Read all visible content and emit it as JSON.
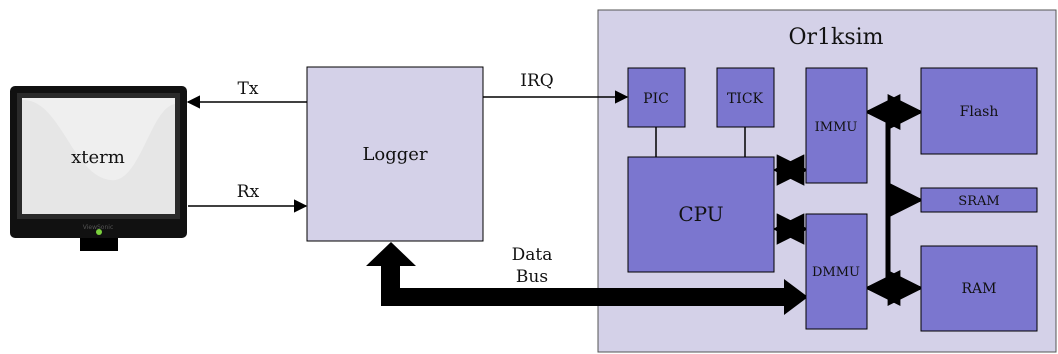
{
  "colors": {
    "block_fill": "#d4d1e8",
    "component_fill": "#7b76cf",
    "line": "#000000",
    "monitor_body": "#111111",
    "screen": "#efefef",
    "power_led": "#7bd13d"
  },
  "monitor": {
    "label": "xterm",
    "brand": "ViewSonic"
  },
  "logger": {
    "label": "Logger"
  },
  "links": {
    "tx": "Tx",
    "rx": "Rx",
    "irq": "IRQ",
    "bus_line1": "Data",
    "bus_line2": "Bus"
  },
  "or1ksim": {
    "title": "Or1ksim",
    "pic": "PIC",
    "tick": "TICK",
    "cpu": "CPU",
    "immu": "IMMU",
    "dmmu": "DMMU",
    "flash": "Flash",
    "sram": "SRAM",
    "ram": "RAM"
  },
  "icons": {
    "monitor": "monitor-icon",
    "power_led": "power-led-icon"
  }
}
